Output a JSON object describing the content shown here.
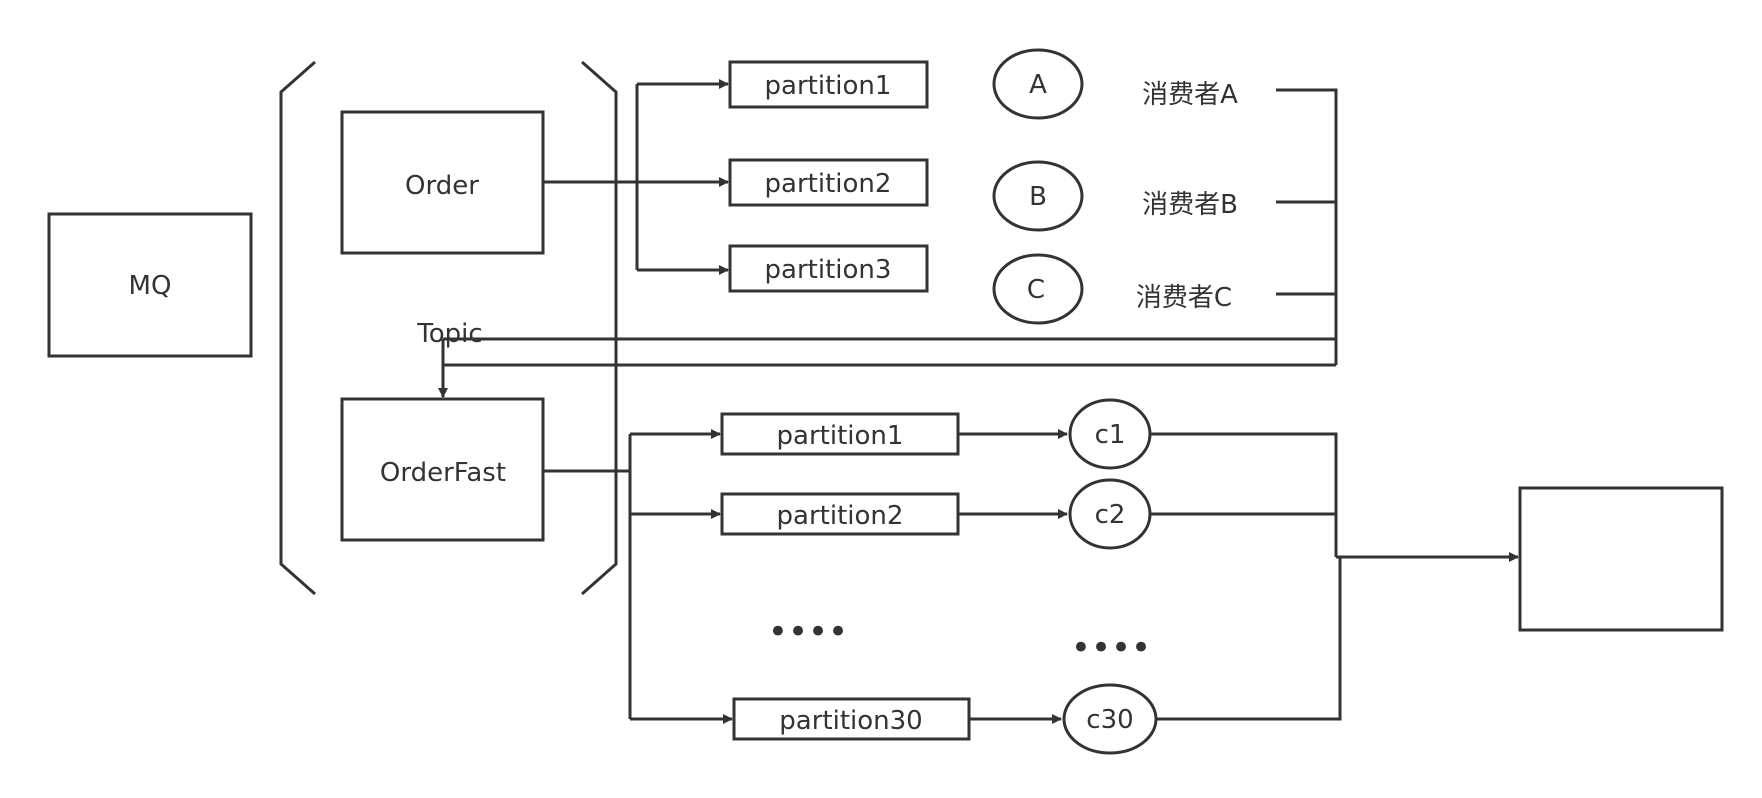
{
  "mq_label": "MQ",
  "topic_label": "Topic",
  "topics": {
    "order": {
      "label": "Order"
    },
    "order_fast": {
      "label": "OrderFast"
    }
  },
  "order_partitions": [
    {
      "label": "partition1"
    },
    {
      "label": "partition2"
    },
    {
      "label": "partition3"
    }
  ],
  "order_consumers": [
    {
      "circle": "A",
      "label": "消费者A"
    },
    {
      "circle": "B",
      "label": "消费者B"
    },
    {
      "circle": "C",
      "label": "消费者C"
    }
  ],
  "fast_partitions": [
    {
      "label": "partition1",
      "consumer": "c1"
    },
    {
      "label": "partition2",
      "consumer": "c2"
    },
    {
      "label": "partition30",
      "consumer": "c30"
    }
  ],
  "ellipsis": "••••",
  "colors": {
    "stroke": "#333333",
    "text": "#333333",
    "background": "#ffffff"
  }
}
